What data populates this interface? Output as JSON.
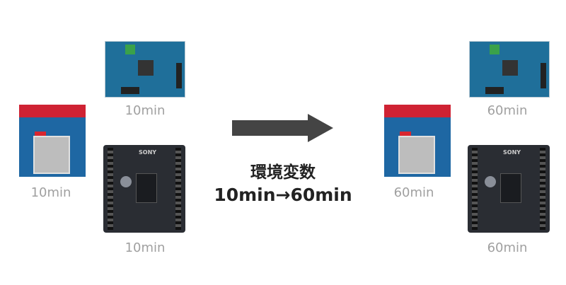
{
  "before": {
    "st_board_label": "10min",
    "nn_board_label": "10min",
    "sony_board_label": "10min"
  },
  "after": {
    "st_board_label": "60min",
    "nn_board_label": "60min",
    "sony_board_label": "60min"
  },
  "board_brand": "SONY",
  "caption": {
    "title": "環境変数",
    "change": "10min→60min"
  },
  "colors": {
    "label": "#a0a0a0",
    "arrow": "#444444"
  }
}
